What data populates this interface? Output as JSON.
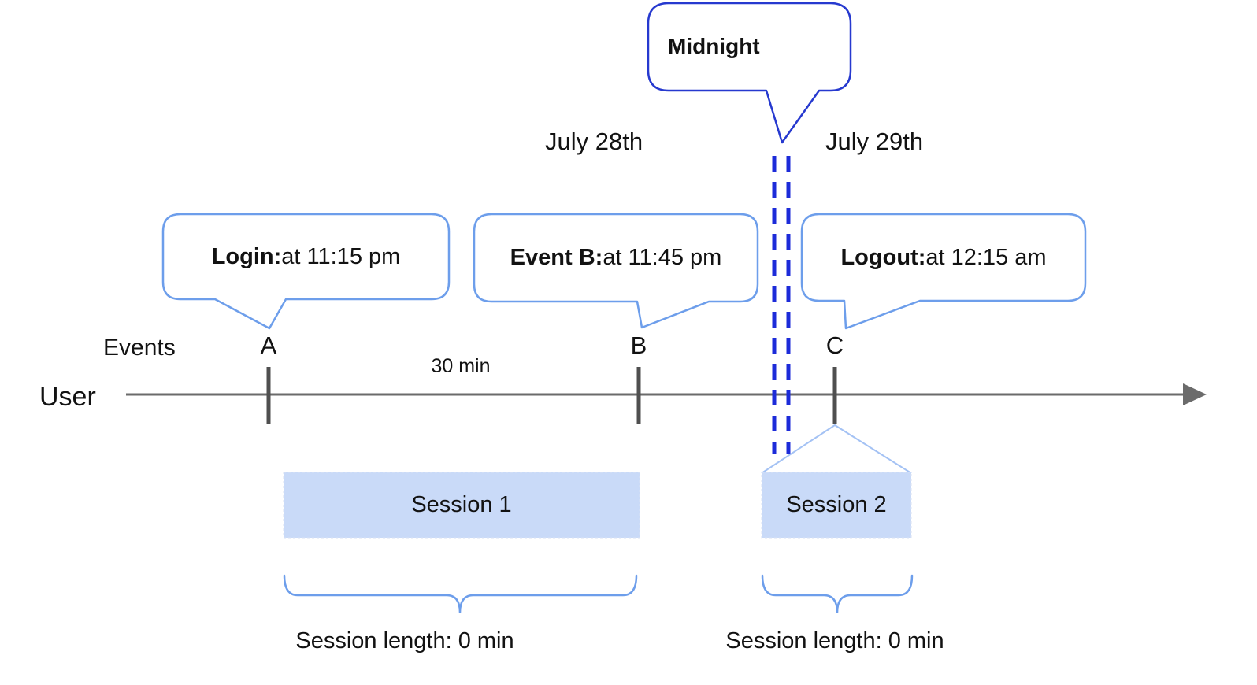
{
  "diagram": {
    "title_hint": "User session timeline across midnight",
    "dates": {
      "left": "July 28th",
      "right": "July 29th"
    },
    "midnight_callout": {
      "label": "Midnight"
    },
    "event_callouts": [
      {
        "label": "Login:",
        "text": " at 11:15 pm"
      },
      {
        "label": "Event B:",
        "text": " at 11:45 pm"
      },
      {
        "label": "Logout:",
        "text": " at 12:15 am"
      }
    ],
    "axis": {
      "events_label": "Events",
      "user_label": "User",
      "interval_label": "30 min"
    },
    "event_markers": [
      "A",
      "B",
      "C"
    ],
    "sessions": [
      {
        "name": "Session 1",
        "length_label": "Session length: 0 min"
      },
      {
        "name": "Session 2",
        "length_label": "Session length: 0 min"
      }
    ],
    "colors": {
      "callout_border": "#6d9eeb",
      "midnight_border": "#2639cf",
      "dashed_line": "#1c2bd9",
      "session_fill": "#c9daf8",
      "session_edge": "#d9e2f3",
      "roof_line": "#a4c2f4",
      "brace": "#6d9eeb",
      "timeline": "#6b6b6b",
      "tick": "#4f4f4f",
      "bubble_fill": "#ffffff"
    }
  }
}
